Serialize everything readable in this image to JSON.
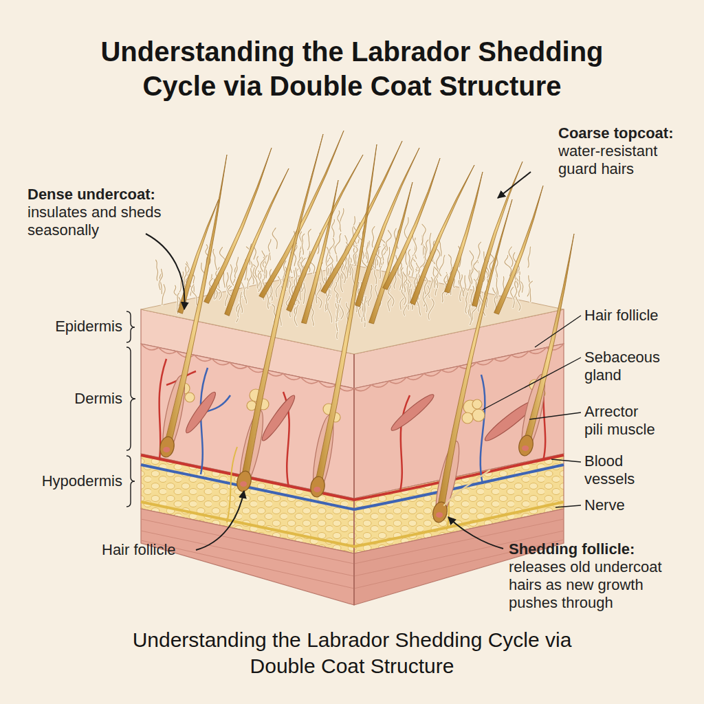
{
  "diagram": {
    "title": "Understanding the Labrador Shedding Cycle via Double Coat Structure",
    "caption": "Understanding the Labrador Shedding Cycle via Double Coat Structure",
    "labels": [
      "Dense undercoat:",
      "insulates and sheds seasonally",
      "Coarse topcoat:",
      "water-resistant guard hairs",
      "Epidermis",
      "Dermis",
      "Hypodermis",
      "Hair follicle",
      "Sebaceous gland",
      "Arrector pili muscle",
      "Blood vessels",
      "Nerve",
      "Hair follicle",
      "Shedding follicle:",
      "releases old undercoat hairs as new growth pushes through"
    ]
  }
}
